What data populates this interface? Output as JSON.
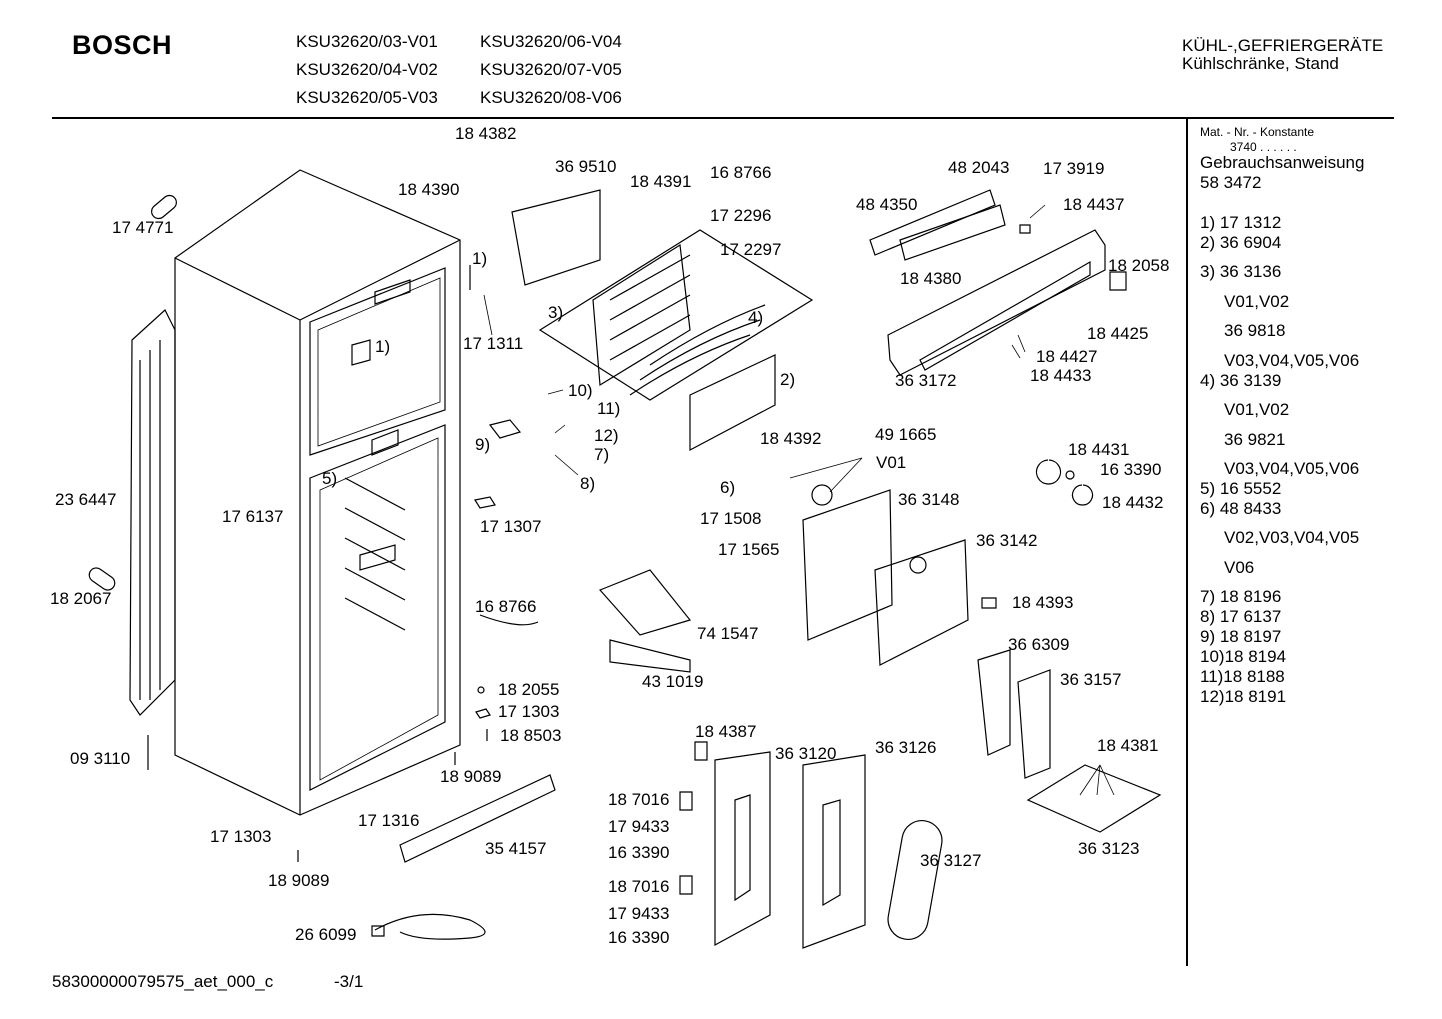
{
  "header": {
    "brand": "BOSCH",
    "models": [
      "KSU32620/03-V01",
      "KSU32620/06-V04",
      "KSU32620/04-V02",
      "KSU32620/07-V05",
      "KSU32620/05-V03",
      "KSU32620/08-V06"
    ],
    "category_line1": "KÜHL-,GEFRIERGERÄTE",
    "category_line2": "Kühlschränke, Stand"
  },
  "sidebar": {
    "mat_label": "Mat. - Nr. - Konstante",
    "mat_value": "3740 . . . . . .",
    "manual_label": "Gebrauchsanweisung",
    "manual_number": "58 3472",
    "legend": [
      "1) 17 1312",
      "2) 36 6904",
      "3) 36 3136",
      "V01,V02",
      "36 9818",
      "V03,V04,V05,V06",
      "4) 36 3139",
      "V01,V02",
      "36 9821",
      "V03,V04,V05,V06",
      "5) 16 5552",
      "6) 48 8433",
      "V02,V03,V04,V05",
      "V06",
      "7) 18 8196",
      "8) 17 6137",
      "9) 18 8197",
      "10)18 8194",
      "11)18 8188",
      "12)18 8191"
    ]
  },
  "parts": [
    "18 4382",
    "36 9510",
    "18 4390",
    "18 4391",
    "16 8766",
    "17 2296",
    "17 2297",
    "17 4771",
    "1)",
    "17 1311",
    "3)",
    "4)",
    "2)",
    "1)",
    "5)",
    "17 6137",
    "23 6447",
    "10)",
    "11)",
    "12)",
    "9)",
    "7)",
    "8)",
    "17 1307",
    "18 4392",
    "49 1665",
    "V01",
    "6)",
    "17 1508",
    "17 1565",
    "36 3148",
    "36 3142",
    "18 4393",
    "48 2043",
    "17 3919",
    "48 4350",
    "18 4437",
    "18 4380",
    "18 2058",
    "18 4425",
    "18 4427",
    "18 4433",
    "36 3172",
    "18 4431",
    "16 3390",
    "18 4432",
    "18 2067",
    "16 8766",
    "74 1547",
    "43 1019",
    "18 2055",
    "17 1303",
    "18 8503",
    "09 3110",
    "18 9089",
    "17 1316",
    "17 1303",
    "35 4157",
    "18 9089",
    "26 6099",
    "18 4387",
    "36 3120",
    "36 3126",
    "18 7016",
    "17 9433",
    "16 3390",
    "18 7016",
    "17 9433",
    "16 3390",
    "36 3127",
    "36 6309",
    "36 3157",
    "18 4381",
    "36 3123"
  ],
  "footer": {
    "doc_id": "58300000079575_aet_000_c",
    "page": "-3/1"
  }
}
